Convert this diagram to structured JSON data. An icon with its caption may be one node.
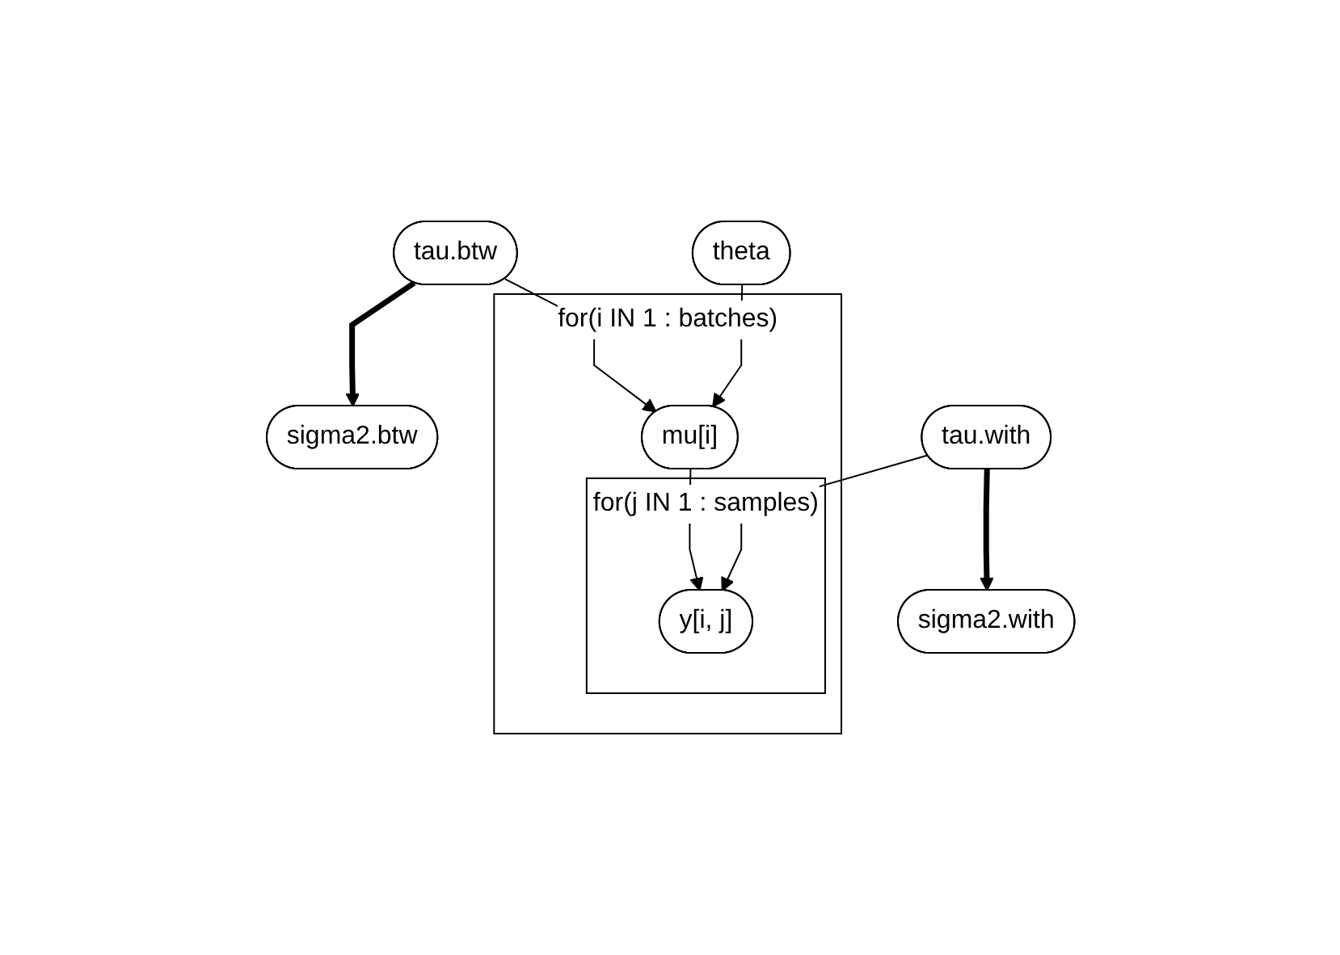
{
  "diagram": {
    "nodes": [
      {
        "text": [
          "tau.btw"
        ]
      },
      {
        "text": [
          "theta"
        ]
      },
      {
        "text": [
          "sigma2.btw"
        ]
      },
      {
        "text": [
          "for(i IN 1 : batches)"
        ]
      },
      {
        "text": [
          "mu[i]"
        ],
        "in": 3
      },
      {
        "text": [
          "tau.with"
        ]
      },
      {
        "text": [
          "sigma2.with"
        ]
      },
      {
        "text": [
          "for(j IN 1 : samples)"
        ],
        "in": 3
      },
      {
        "text": [
          "y[i, j]"
        ],
        "in": 7
      }
    ],
    "edges": [
      {
        "from": 0,
        "to": 2,
        "arrow": "to",
        "style": "thick"
      },
      {
        "from": 0,
        "to": 4,
        "arrow": "to"
      },
      {
        "from": 1,
        "to": 4,
        "arrow": "to"
      },
      {
        "from": 5,
        "to": 6,
        "arrow": "to",
        "style": "thick"
      },
      {
        "from": 5,
        "to": 8,
        "arrow": "to"
      },
      {
        "from": 4,
        "to": 8,
        "arrow": "to"
      }
    ]
  }
}
